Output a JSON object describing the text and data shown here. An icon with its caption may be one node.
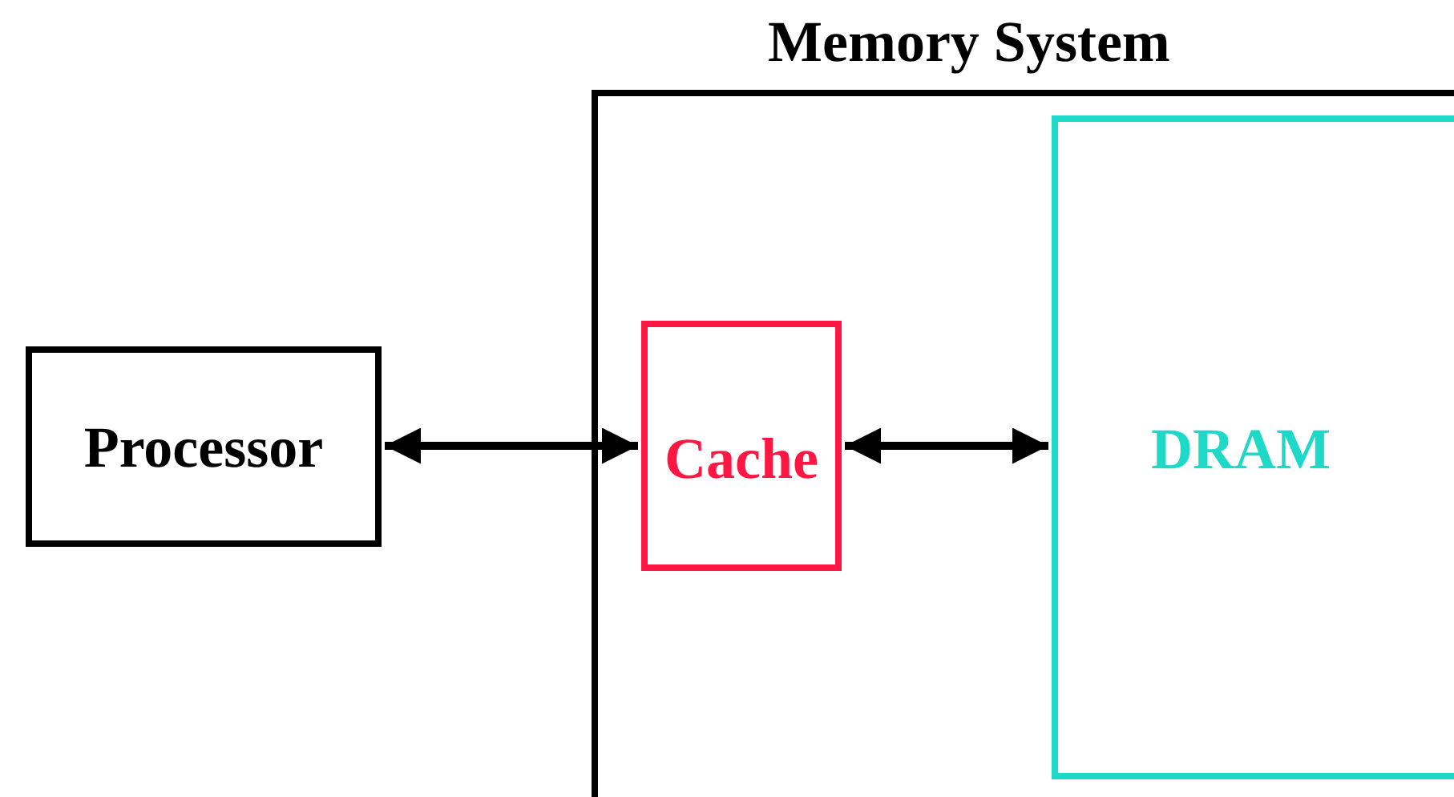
{
  "diagram": {
    "nodes": [
      {
        "text": [
          "Memory System"
        ]
      },
      {
        "text": [
          "Processor"
        ]
      },
      {
        "text": [
          "Cache"
        ],
        "in": 0
      },
      {
        "text": [
          "DRAM"
        ],
        "in": 0
      }
    ],
    "edges": [
      {
        "from": 1,
        "to": 2,
        "arrow": "both"
      },
      {
        "from": 2,
        "to": 3,
        "arrow": "both"
      }
    ]
  }
}
